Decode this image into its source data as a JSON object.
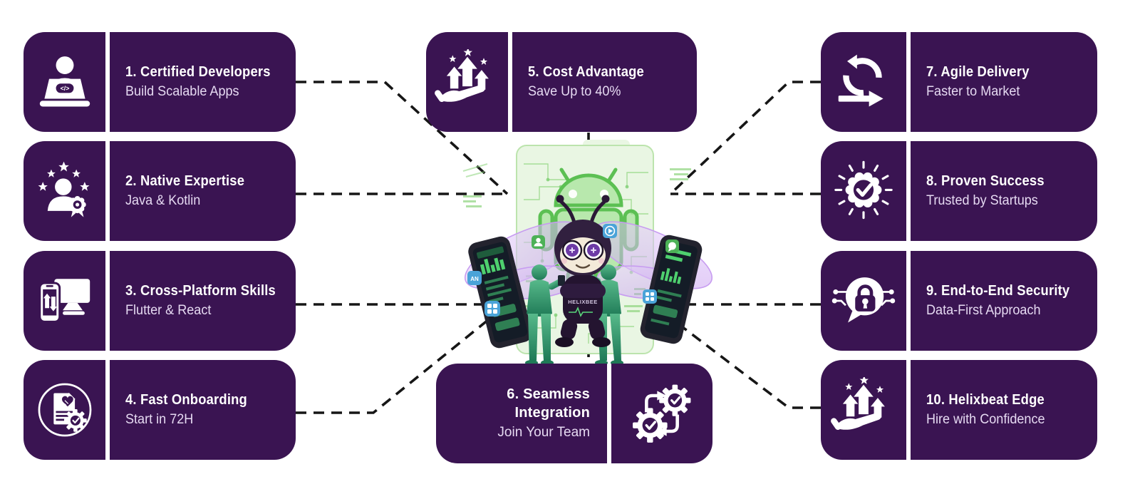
{
  "theme": {
    "card_purple": "#3a1452",
    "title_color": "#ffffff",
    "subtitle_color": "#e6daf2",
    "connector_color": "#161616",
    "android_green": "#8fdc82",
    "wing_lavender": "#d8b6f2",
    "figure_green": "#3f9e78",
    "screen_green": "#4ed06e",
    "app_icon_blue": "#4aa3d8",
    "app_icon_green": "#4db157"
  },
  "cards": [
    {
      "number": "1",
      "title": "1. Certified Developers",
      "subtitle": "Build Scalable Apps",
      "icon": "developer-laptop-icon"
    },
    {
      "number": "2",
      "title": "2. Native Expertise",
      "subtitle": "Java & Kotlin",
      "icon": "expert-badge-person-icon"
    },
    {
      "number": "3",
      "title": "3. Cross-Platform Skills",
      "subtitle": "Flutter & React",
      "icon": "phone-monitor-sync-icon"
    },
    {
      "number": "4",
      "title": "4. Fast Onboarding",
      "subtitle": "Start in 72H",
      "icon": "document-handshake-gear-icon"
    },
    {
      "number": "5",
      "title": "5. Cost Advantage",
      "subtitle": "Save Up to 40%",
      "icon": "growth-hand-icon"
    },
    {
      "number": "6",
      "title": "6. Seamless Integration",
      "subtitle": "Join Your Team",
      "icon": "sync-gears-check-icon"
    },
    {
      "number": "7",
      "title": "7. Agile Delivery",
      "subtitle": "Faster to Market",
      "icon": "agile-sprint-icon"
    },
    {
      "number": "8",
      "title": "8. Proven Success",
      "subtitle": "Trusted by Startups",
      "icon": "verified-badge-rays-icon"
    },
    {
      "number": "9",
      "title": "9. End-to-End Security",
      "subtitle": "Data-First Approach",
      "icon": "secure-chat-lock-icon"
    },
    {
      "number": "10",
      "title": "10. Helixbeat Edge",
      "subtitle": "Hire with Confidence",
      "icon": "growth-hand-icon"
    }
  ],
  "center": {
    "mascot_label": "HELIXBEE"
  }
}
